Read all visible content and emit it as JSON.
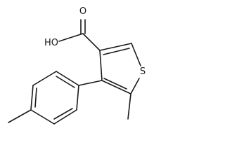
{
  "structure": {
    "atoms": {
      "hydroxyl": "HO",
      "carbonyl_oxygen": "O",
      "sulfur": "S"
    }
  },
  "colors": {
    "stroke": "#1a1a1a",
    "background": "#ffffff"
  }
}
